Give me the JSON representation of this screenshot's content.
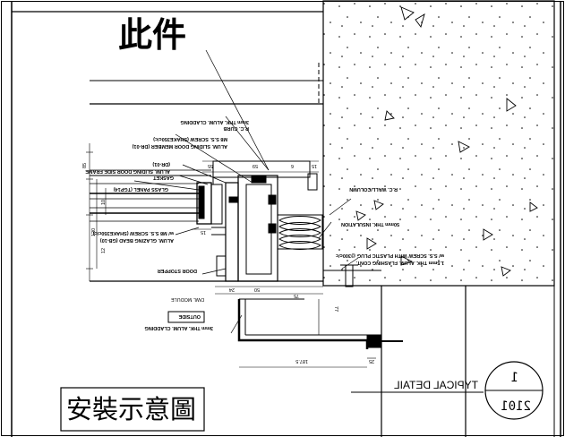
{
  "title": "此件",
  "legend_box": "安裝示意圖",
  "detail_tag": "TYPICAL DETAIL",
  "detail_ref": {
    "number": "1",
    "sheet": "2101"
  },
  "outside_tag": "OUTSIDE",
  "labels": {
    "rc_curb": "R.C. CURB",
    "curb_sub": "3mm THK. ALUM. CLADDING",
    "door_member": "ALUM. SLIDING DOOR MEMBER (DR-01)",
    "door_member_sub": "M8 S.S. SCREW (SHAKE350c/c)",
    "side_frame": "ALUM. SLIDING DOOR SIDE FRAME",
    "side_frame_sub": "(DR-01)",
    "gasket": "GASKET",
    "glass_panel": "GLASS PANEL (TGP14)",
    "glazing_bead": "ALUM. GLAZING BEAD (GB-10)",
    "glazing_bead_sub": "w/ M8 S.S. SCREW (SHAKE350c/c)",
    "door_stopper": "DOOR STOPPER",
    "dwl_module": "DWL MODULE",
    "cladding_bottom": "3mm THK. ALUM. CLADDING",
    "rc_wall_column": "R.C. WALL/COLUMN",
    "insulation": "50mm THK. INSULATION",
    "flashing": "1.5mm THK. ALUM. FLASHING CONT.",
    "flashing_sub": "w/ S.S. SCREW WITH PLASTIC PLUG @300c/c"
  },
  "dims": {
    "d_85": "85",
    "d_15_top": "15",
    "d_59": "59",
    "d_55": "55",
    "d_6": "6",
    "d_15": "15",
    "d_10": "10",
    "d_120": "120",
    "d_12": "12",
    "d_24": "24",
    "d_50": "50",
    "d_75": "75",
    "d_77": "77",
    "d_1875": "187.5",
    "d_25": "25"
  }
}
